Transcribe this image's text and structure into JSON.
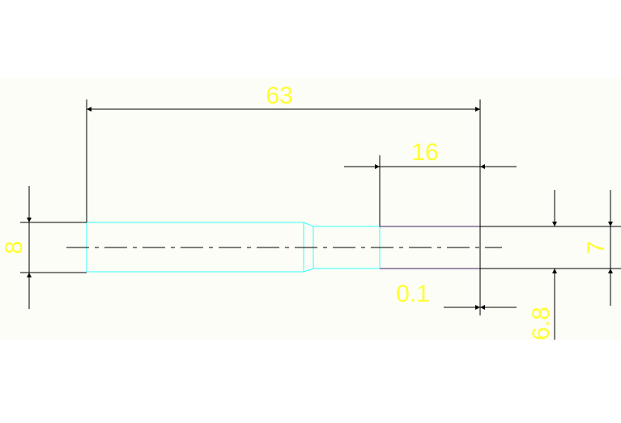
{
  "colors": {
    "background": "#ffffff",
    "drawing_band": "#fcfdf6",
    "dimension_text": "#ffff33",
    "part_outline": "#33ffff",
    "bore_outline": "#3f1f66",
    "dimension_lines": "#000000"
  },
  "dimensions": {
    "overall_length": "63",
    "bore_length": "16",
    "left_diameter": "8",
    "right_diameter": "7",
    "step": "0.1",
    "bore_diameter": "6.8"
  }
}
